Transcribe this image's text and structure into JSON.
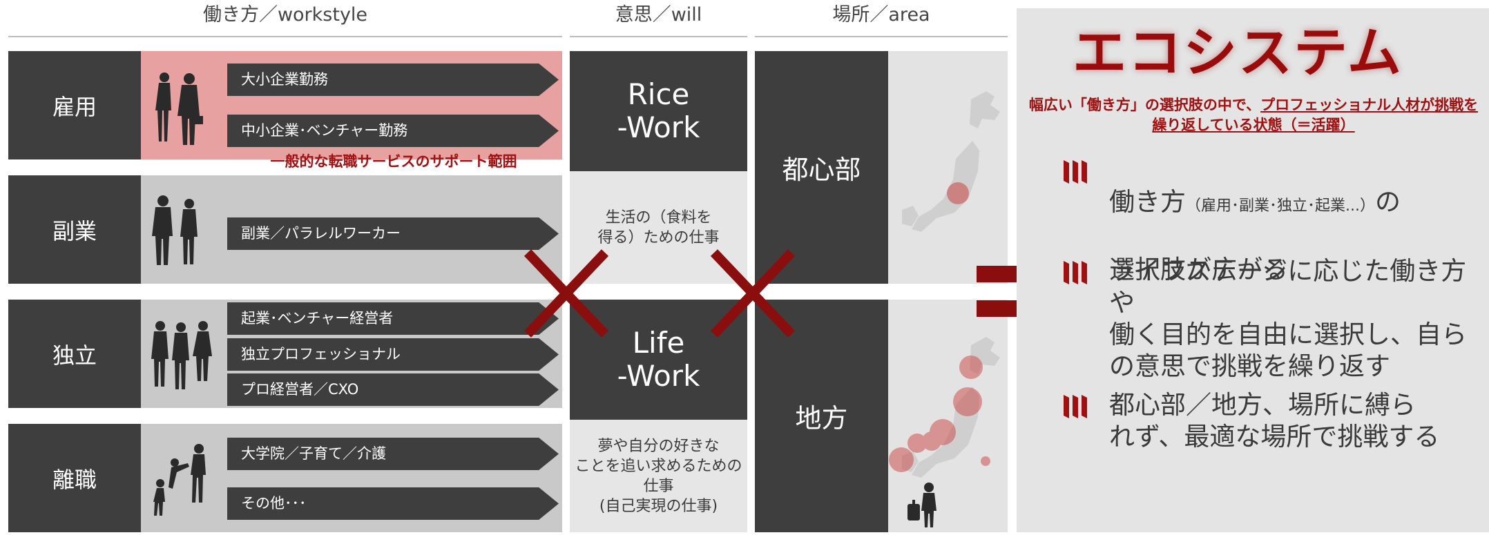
{
  "headers": {
    "workstyle": "働き方／workstyle",
    "will": "意思／will",
    "area": "場所／area"
  },
  "rows": [
    {
      "label": "雇用",
      "items": [
        "大小企業勤務",
        "中小企業･ベンチャー勤務"
      ]
    },
    {
      "label": "副業",
      "items": [
        "副業／パラレルワーカー"
      ]
    },
    {
      "label": "独立",
      "items": [
        "起業･ベンチャー経営者",
        "独立プロフェッショナル",
        "プロ経営者／CXO"
      ]
    },
    {
      "label": "離職",
      "items": [
        "大学院／子育て／介護",
        "その他･･･"
      ]
    }
  ],
  "support_range_note": "一般的な転職サービスのサポート範囲",
  "will": {
    "rice_work": "Rice\n-Work",
    "rice_desc": "生活の（食料を\n得る）ための仕事",
    "life_work": "Life\n-Work",
    "life_desc": "夢や自分の好きな\nことを追い求めるための\n仕事\n(自己実現の仕事)"
  },
  "area": {
    "urban": "都心部",
    "rural": "地方"
  },
  "ecosystem": {
    "title": "エコシステム",
    "subtitle_a": "幅広い「働き方」の選択肢の中で、",
    "subtitle_b": "プロフェッショナル人材が挑戦を",
    "subtitle_c": "繰り返している状態（＝活躍）",
    "bullet1_main": "働き方",
    "bullet1_small": "（雇用･副業･独立･起業...）",
    "bullet1_tail": "の",
    "bullet1_line2": "選択肢が広がる",
    "bullet2": "ライフステージに応じた働き方や\n働く目的を自由に選択し、自ら\nの意思で挑戦を繰り返す",
    "bullet3": "都心部／地方、場所に縛ら\nれず、最適な場所で挑戦する"
  },
  "colors": {
    "dark": "#3e3e3e",
    "accent_red": "#a01010",
    "pink_band": "#e8a1a1",
    "light_gray": "#c9c9c9",
    "eco_bg": "#e4e4e4"
  },
  "icons": [
    "cross-mark-icon",
    "equals-icon",
    "bullet-bars-icon",
    "japan-map-icon",
    "traveler-icon",
    "businessperson-icon"
  ]
}
